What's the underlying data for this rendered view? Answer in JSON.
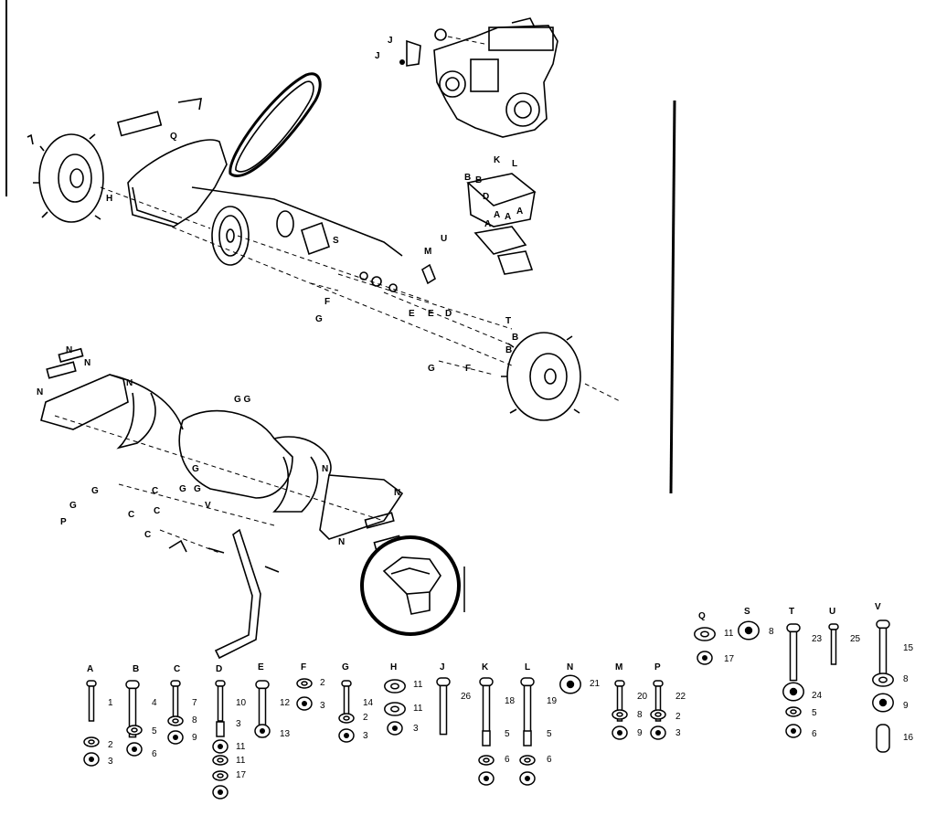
{
  "callouts": {
    "Q": "Q",
    "J1": "J",
    "J2": "J",
    "H": "H",
    "S": "S",
    "K": "K",
    "L": "L",
    "B1": "B",
    "B2": "B",
    "D": "D",
    "A1": "A",
    "A2": "A",
    "A3": "A",
    "A4": "A",
    "M": "M",
    "U": "U",
    "F1": "F",
    "G1": "G",
    "E1": "E",
    "E2": "E",
    "D2": "D",
    "T": "T",
    "B3": "B",
    "B4": "B",
    "G2": "G",
    "F2": "F",
    "N1": "N",
    "N2": "N",
    "N3": "N",
    "N4": "N",
    "N5": "N",
    "N6": "N",
    "GG": "G G",
    "G3": "G",
    "C1": "C",
    "G4": "G",
    "G5": "G",
    "C2": "C",
    "G6": "G",
    "V": "V",
    "C3": "C",
    "G7": "G",
    "C4": "C",
    "P": "P"
  },
  "hardware": [
    {
      "letter": "A",
      "nums": [
        "1",
        "2",
        "3"
      ]
    },
    {
      "letter": "B",
      "nums": [
        "4",
        "5",
        "6"
      ]
    },
    {
      "letter": "C",
      "nums": [
        "7",
        "8",
        "9"
      ]
    },
    {
      "letter": "D",
      "nums": [
        "10",
        "3",
        "11",
        "11",
        "17"
      ]
    },
    {
      "letter": "E",
      "nums": [
        "12",
        "13"
      ]
    },
    {
      "letter": "F",
      "nums": [
        "2",
        "3"
      ]
    },
    {
      "letter": "G",
      "nums": [
        "14",
        "2",
        "3"
      ]
    },
    {
      "letter": "H",
      "nums": [
        "11",
        "11",
        "3"
      ]
    },
    {
      "letter": "J",
      "nums": [
        "26"
      ]
    },
    {
      "letter": "K",
      "nums": [
        "18",
        "5",
        "6"
      ]
    },
    {
      "letter": "L",
      "nums": [
        "19",
        "5",
        "6"
      ]
    },
    {
      "letter": "N",
      "nums": [
        "21"
      ]
    },
    {
      "letter": "M",
      "nums": [
        "20",
        "8",
        "9"
      ]
    },
    {
      "letter": "P",
      "nums": [
        "22",
        "2",
        "3"
      ]
    },
    {
      "letter": "Q",
      "nums": [
        "11",
        "17"
      ]
    },
    {
      "letter": "S",
      "nums": [
        "8"
      ]
    },
    {
      "letter": "T",
      "nums": [
        "23",
        "24",
        "5",
        "6"
      ]
    },
    {
      "letter": "U",
      "nums": [
        "25"
      ]
    },
    {
      "letter": "V",
      "nums": [
        "15",
        "8",
        "9",
        "16"
      ]
    }
  ]
}
